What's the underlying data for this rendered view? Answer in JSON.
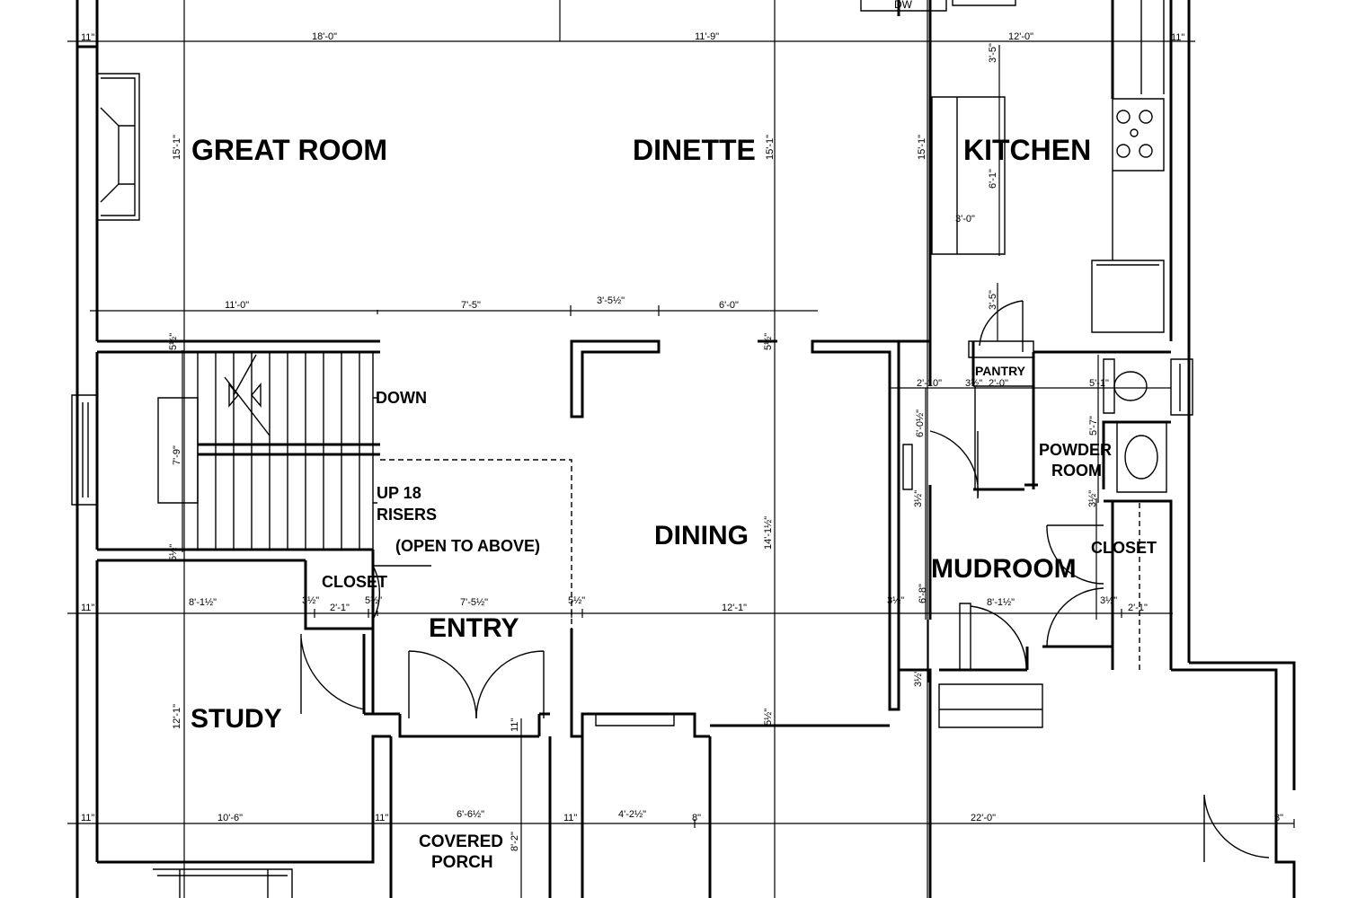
{
  "rooms": {
    "great_room": "GREAT ROOM",
    "dinette": "DINETTE",
    "kitchen": "KITCHEN",
    "dining": "DINING",
    "mudroom": "MUDROOM",
    "entry": "ENTRY",
    "study": "STUDY",
    "pantry": "PANTRY",
    "powder_room_1": "POWDER",
    "powder_room_2": "ROOM",
    "closet_mud": "CLOSET",
    "closet_entry": "CLOSET",
    "covered_porch_1": "COVERED",
    "covered_porch_2": "PORCH"
  },
  "notes": {
    "down": "DOWN",
    "up_1": "UP 18",
    "up_2": "RISERS",
    "open_above": "(OPEN TO ABOVE)",
    "dw": "DW"
  },
  "dims": {
    "top_11_left": "11\"",
    "top_18_0": "18'-0\"",
    "top_11_9": "11'-9\"",
    "top_12_0": "12'-0\"",
    "top_11_right": "11\"",
    "kit_3_5": "3'-5\"",
    "gr_15_1": "15'-1\"",
    "din_15_1": "15'-1\"",
    "kit_15_1": "15'-1\"",
    "island_6_1": "6'-1\"",
    "island_3_0": "3'-0\"",
    "row2_11_0": "11'-0\"",
    "row2_7_5": "7'-5\"",
    "row2_3_5": "3'-5½\"",
    "row2_6_0": "6'-0\"",
    "pantry_3_5": "3'-5\"",
    "stair_5": "5½\"",
    "din_5": "5½\"",
    "mud_2_10": "2'-10\"",
    "pantry_2_0": "2'-0\"",
    "pantry_3": "3½\"",
    "powder_5_1": "5'-1\"",
    "powder_5_7": "5'-7\"",
    "stair_7_9": "7'-9\"",
    "mud_6_0": "6'-0½\"",
    "mud_3a": "3½\"",
    "closet_3b": "3½\"",
    "stair_5b": "5½\"",
    "dining_14": "14'-1½\"",
    "mud_6_8": "6'-8\"",
    "row3_11": "11\"",
    "row3_8_1": "8'-1½\"",
    "row3_3a": "3½\"",
    "row3_2_1": "2'-1\"",
    "row3_5": "5½\"",
    "row3_7_5": "7'-5½\"",
    "row3_5b": "5½\"",
    "row3_12_1": "12'-1\"",
    "row3_3b": "3½\"",
    "row3_8_1b": "8'-1½\"",
    "row3_3c": "3½\"",
    "row3_2_1b": "2'-1\"",
    "mud_3_5": "3½\"",
    "study_12_1": "12'-1\"",
    "porch_11": "11\"",
    "dining_5": "5½\"",
    "bot_11": "11\"",
    "bot_10_6": "10'-6\"",
    "bot_11b": "11\"",
    "bot_6_6": "6'-6½\"",
    "bot_11c": "11\"",
    "bot_4_2": "4'-2½\"",
    "bot_8": "8\"",
    "bot_22_0": "22'-0\"",
    "bot_8b": "8\"",
    "porch_8_2": "8'-2\""
  }
}
